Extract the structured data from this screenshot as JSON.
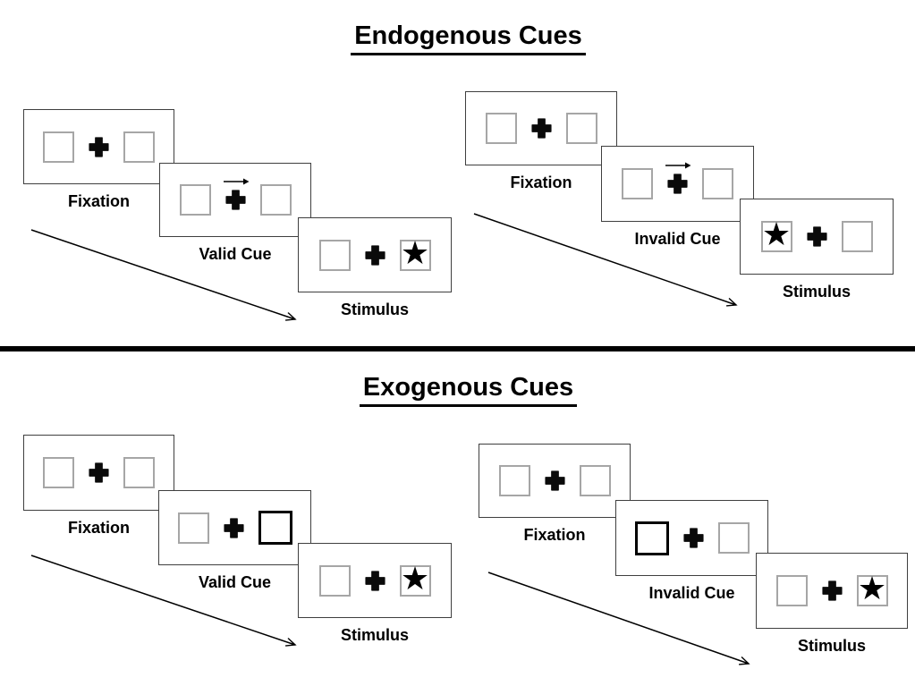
{
  "page": {
    "background": "#ffffff"
  },
  "colors": {
    "ink": "#000000",
    "panel_border": "#3f3f3f",
    "square_border": "#a6a6a6",
    "cue_border": "#000000"
  },
  "glyphs": {
    "star": "★"
  },
  "sections": [
    {
      "title": "Endogenous Cues",
      "cue_style": "central arrow above fixation cross pointing right",
      "groups": [
        {
          "name": "valid",
          "panels": [
            {
              "label": "Fixation"
            },
            {
              "label": "Valid Cue",
              "cue": "arrow-right"
            },
            {
              "label": "Stimulus",
              "star": "right"
            }
          ]
        },
        {
          "name": "invalid",
          "panels": [
            {
              "label": "Fixation"
            },
            {
              "label": "Invalid Cue",
              "cue": "arrow-right"
            },
            {
              "label": "Stimulus",
              "star": "left"
            }
          ]
        }
      ]
    },
    {
      "title": "Exogenous Cues",
      "cue_style": "peripheral box highlighted with thick black border",
      "groups": [
        {
          "name": "valid",
          "panels": [
            {
              "label": "Fixation"
            },
            {
              "label": "Valid Cue",
              "cue": "thick-box-right"
            },
            {
              "label": "Stimulus",
              "star": "right"
            }
          ]
        },
        {
          "name": "invalid",
          "panels": [
            {
              "label": "Fixation"
            },
            {
              "label": "Invalid Cue",
              "cue": "thick-box-left"
            },
            {
              "label": "Stimulus",
              "star": "right"
            }
          ]
        }
      ]
    }
  ]
}
